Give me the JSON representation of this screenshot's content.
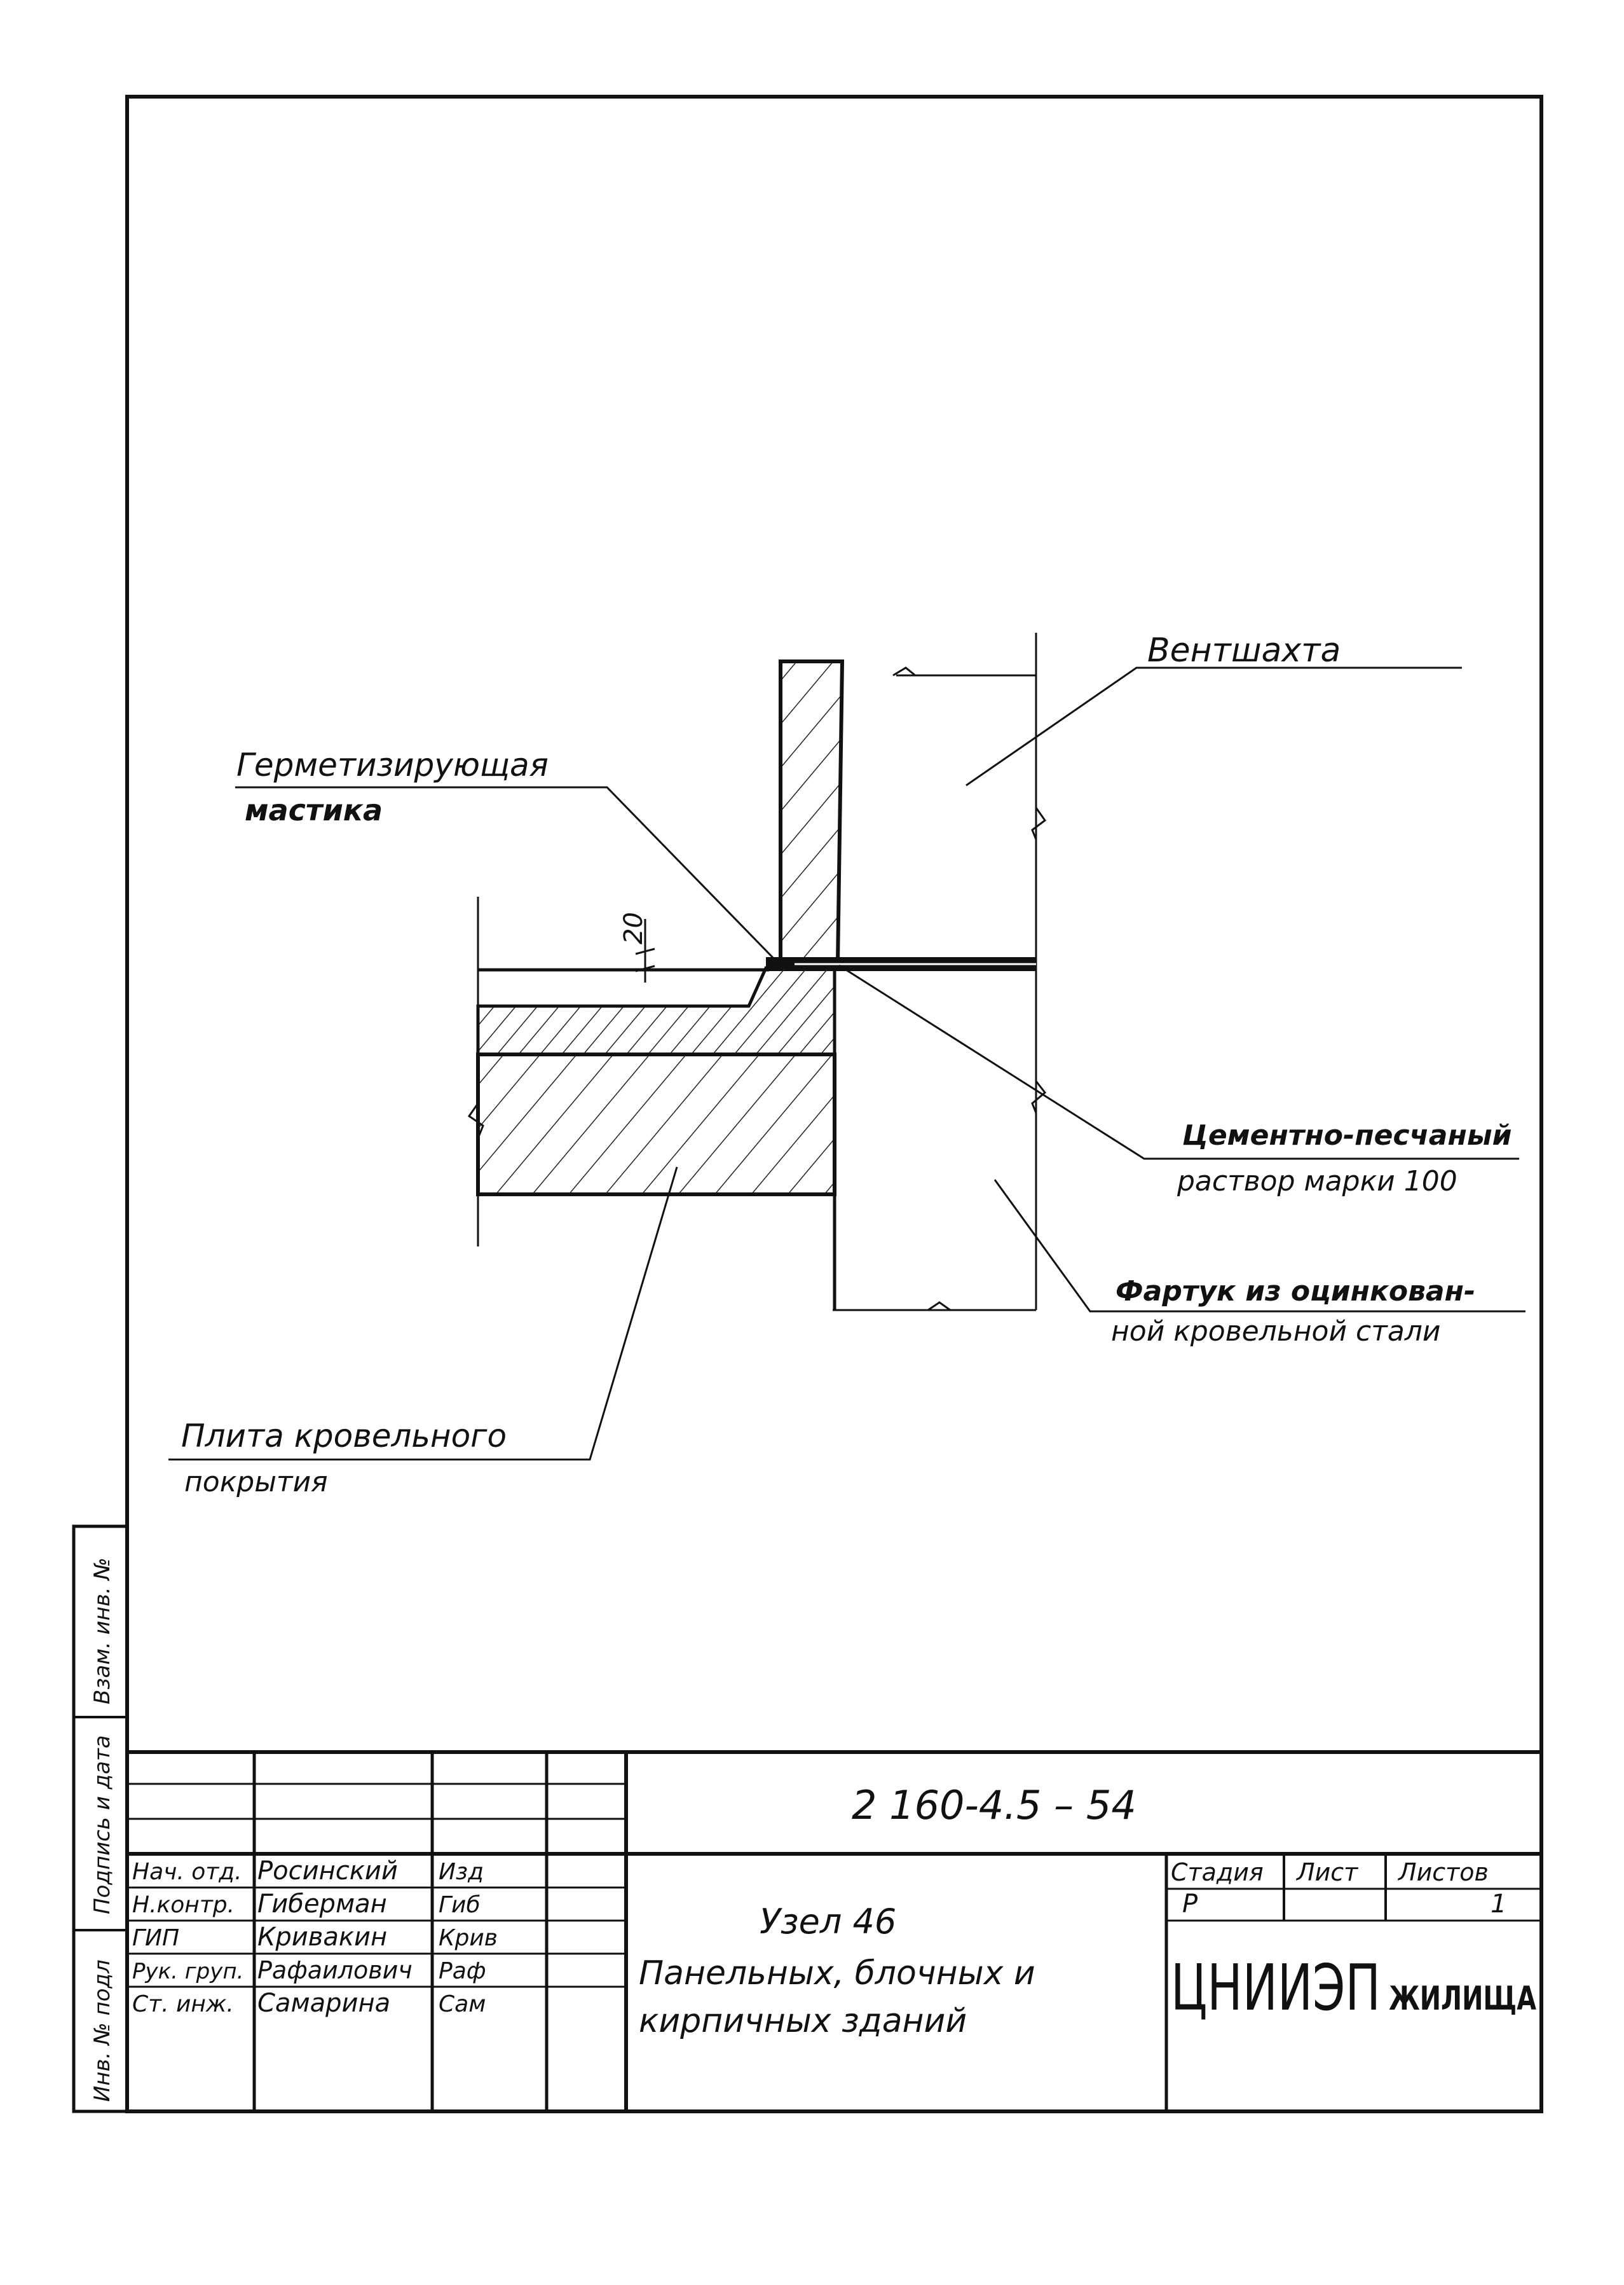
{
  "drawing": {
    "labels": {
      "ventshaft": "Вентшахта",
      "sealant_line1": "Герметизирующая",
      "sealant_line2": "мастика",
      "dimension": "20",
      "mortar_line1": "Цементно-песчаный",
      "mortar_line2": "раствор марки 100",
      "apron_line1": "Фартук из оцинкован-",
      "apron_line2": "ной кровельной стали",
      "slab_line1": "Плита кровельного",
      "slab_line2": "покрытия"
    }
  },
  "side_stamp": {
    "inv_no_podl": "Инв. № подл",
    "podpis_data": "Подпись и дата",
    "vzam_inv": "Взам. инв. №"
  },
  "title_block": {
    "doc_code": "2 160-4.5 – 54",
    "title_line1": "Узел 46",
    "title_line2": "Панельных, блочных и",
    "title_line3": "кирпичных зданий",
    "stage_header": "Стадия",
    "sheet_header": "Лист",
    "sheets_header": "Листов",
    "stage_value": "Р",
    "sheet_value": "",
    "sheets_value": "1",
    "org_main": "ЦНИИЭП",
    "org_sub": "ЖИЛИЩА",
    "signers": [
      {
        "role": "Нач. отд.",
        "name": "Росинский",
        "sig": "Изд"
      },
      {
        "role": "Н.контр.",
        "name": "Гиберман",
        "sig": "Гиб"
      },
      {
        "role": "ГИП",
        "name": "Кривакин",
        "sig": "Крив"
      },
      {
        "role": "Рук. груп.",
        "name": "Рафаилович",
        "sig": "Раф"
      },
      {
        "role": "Ст. инж.",
        "name": "Самарина",
        "sig": "Сам"
      }
    ]
  }
}
